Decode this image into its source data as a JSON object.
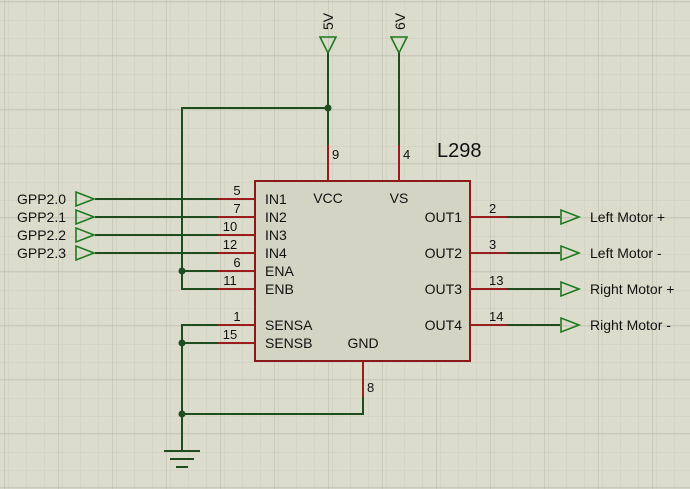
{
  "component": {
    "name": "L298",
    "pins_left": [
      {
        "label": "IN1",
        "number": "5"
      },
      {
        "label": "IN2",
        "number": "7"
      },
      {
        "label": "IN3",
        "number": "10"
      },
      {
        "label": "IN4",
        "number": "12"
      },
      {
        "label": "ENA",
        "number": "6"
      },
      {
        "label": "ENB",
        "number": "11"
      },
      {
        "label": "SENSA",
        "number": "1"
      },
      {
        "label": "SENSB",
        "number": "15"
      }
    ],
    "pins_right": [
      {
        "label": "OUT1",
        "number": "2"
      },
      {
        "label": "OUT2",
        "number": "3"
      },
      {
        "label": "OUT3",
        "number": "13"
      },
      {
        "label": "OUT4",
        "number": "14"
      }
    ],
    "pins_top": [
      {
        "label": "VCC",
        "number": "9"
      },
      {
        "label": "VS",
        "number": "4"
      }
    ],
    "pins_bottom": [
      {
        "label": "GND",
        "number": "8"
      }
    ]
  },
  "power_terminals": [
    {
      "label": "5V"
    },
    {
      "label": "6V"
    }
  ],
  "input_terminals": [
    {
      "label": "GPP2.0"
    },
    {
      "label": "GPP2.1"
    },
    {
      "label": "GPP2.2"
    },
    {
      "label": "GPP2.3"
    }
  ],
  "output_terminals": [
    {
      "label": "Left Motor +"
    },
    {
      "label": "Left Motor -"
    },
    {
      "label": "Right Motor +"
    },
    {
      "label": "Right Motor -"
    }
  ],
  "colors": {
    "background": "#dcdccc",
    "grid_major": "#b8b8aa",
    "grid_minor": "#cdcdbf",
    "wire": "#1f4d1f",
    "pin": "#9b1c1c",
    "chip_fill": "#d4d4c4",
    "chip_border": "#8a1a1a",
    "terminal": "#1f7a1f"
  }
}
